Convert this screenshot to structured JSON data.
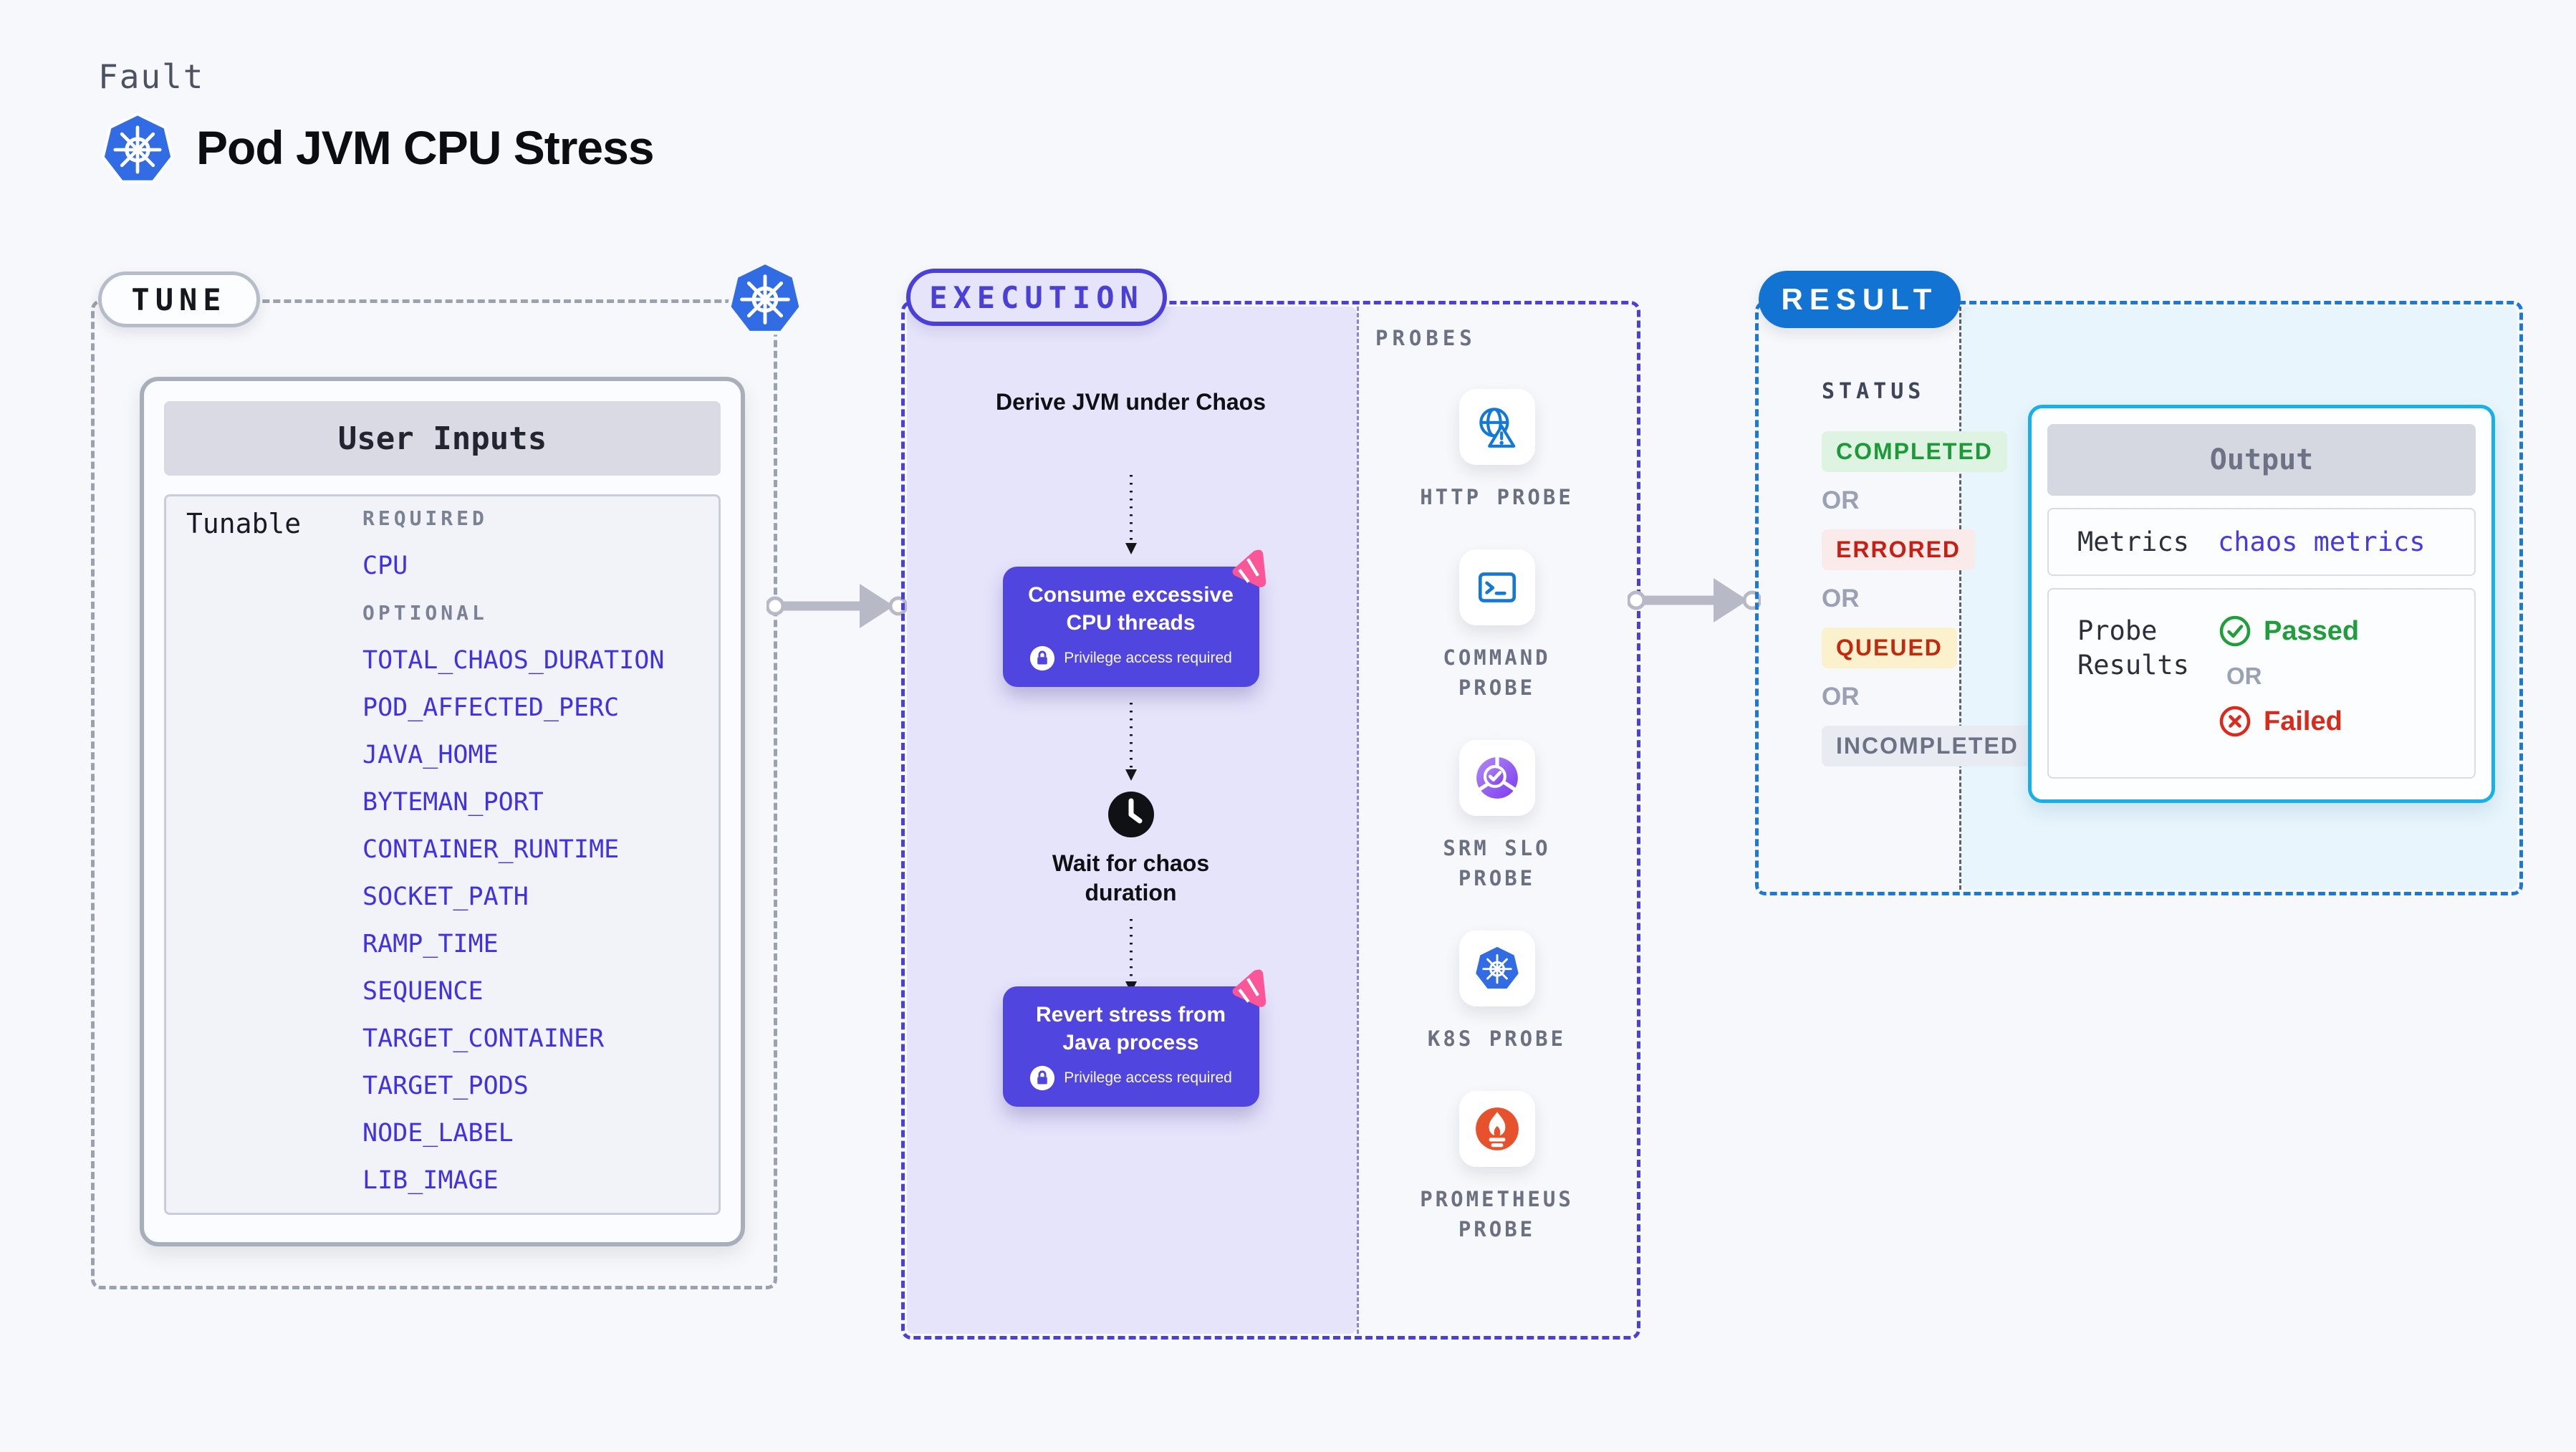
{
  "header": {
    "kicker": "Fault",
    "title": "Pod JVM CPU Stress"
  },
  "tune": {
    "pill": "TUNE",
    "card_title": "User Inputs",
    "row_label": "Tunable",
    "required_label": "REQUIRED",
    "optional_label": "OPTIONAL",
    "required_items": [
      "CPU"
    ],
    "optional_items": [
      "TOTAL_CHAOS_DURATION",
      "POD_AFFECTED_PERC",
      "JAVA_HOME",
      "BYTEMAN_PORT",
      "CONTAINER_RUNTIME",
      "SOCKET_PATH",
      "RAMP_TIME",
      "SEQUENCE",
      "TARGET_CONTAINER",
      "TARGET_PODS",
      "NODE_LABEL",
      "LIB_IMAGE"
    ]
  },
  "execution": {
    "pill": "EXECUTION",
    "step_derive": "Derive JVM under Chaos",
    "step_consume": "Consume excessive CPU threads",
    "step_wait": "Wait for chaos duration",
    "step_revert": "Revert stress from Java process",
    "privilege_badge": "Privilege access required"
  },
  "probes": {
    "label": "PROBES",
    "items": [
      {
        "name": "HTTP PROBE",
        "icon": "globe-warning-icon"
      },
      {
        "name": "COMMAND PROBE",
        "icon": "terminal-icon"
      },
      {
        "name": "SRM SLO PROBE",
        "icon": "slo-donut-check-icon"
      },
      {
        "name": "K8S PROBE",
        "icon": "kubernetes-icon"
      },
      {
        "name": "PROMETHEUS PROBE",
        "icon": "prometheus-flame-icon"
      }
    ]
  },
  "result": {
    "pill": "RESULT",
    "status_label": "STATUS",
    "or_label": "OR",
    "statuses": [
      {
        "label": "COMPLETED",
        "fg": "#1b9a37",
        "bg": "#def3e1"
      },
      {
        "label": "ERRORED",
        "fg": "#c52013",
        "bg": "#fbeaea"
      },
      {
        "label": "QUEUED",
        "fg": "#c22a10",
        "bg": "#fcf1cd"
      },
      {
        "label": "INCOMPLETED",
        "fg": "#6b7284",
        "bg": "#e9ebf2"
      }
    ],
    "output": {
      "title": "Output",
      "metrics_label": "Metrics",
      "metrics_value": "chaos metrics",
      "probe_results_label": "Probe Results",
      "passed_label": "Passed",
      "or_label": "OR",
      "failed_label": "Failed"
    }
  },
  "colors": {
    "accent_indigo": "#4a40d8",
    "param_blue": "#4032e3",
    "result_blue": "#1273d3",
    "probe_icon_blue": "#1478d6",
    "passed_green": "#1f9e3b",
    "failed_red": "#da2a1b",
    "pinwheel_pink": "#fb5697",
    "prometheus_orange": "#e6522c",
    "kubernetes_blue": "#326ce5",
    "lavender_panel": "#e6e4fb",
    "result_panel": "#e8f5fc"
  }
}
